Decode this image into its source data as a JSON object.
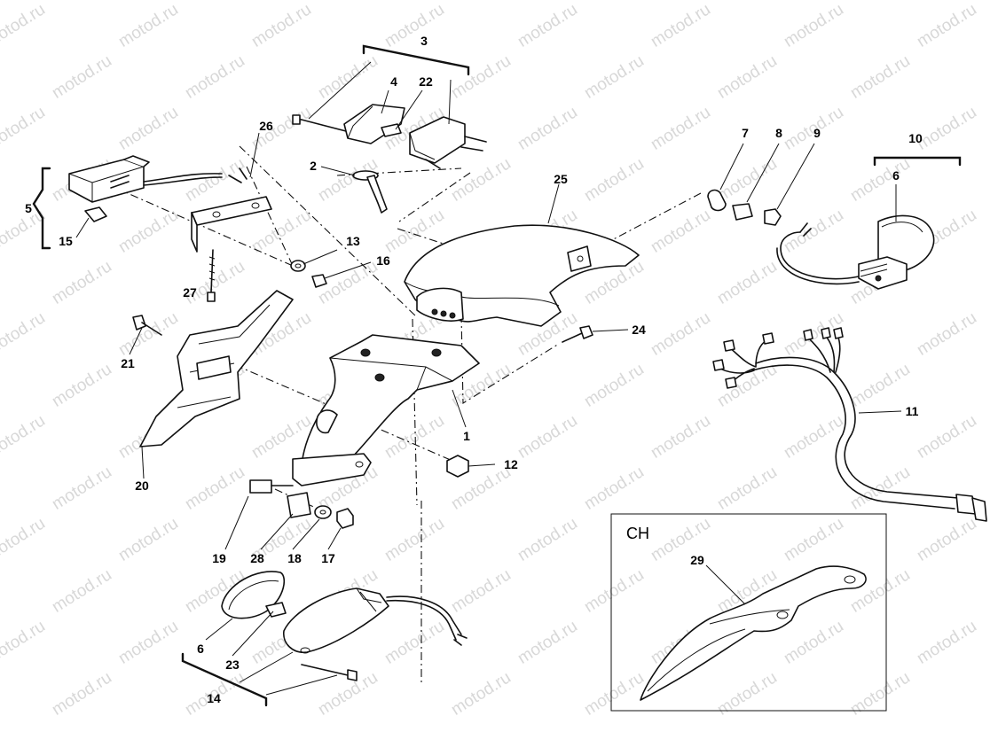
{
  "watermark": {
    "text": "motod.ru"
  },
  "callouts": [
    {
      "id": "c1",
      "text": "1"
    },
    {
      "id": "c2",
      "text": "2"
    },
    {
      "id": "c3",
      "text": "3"
    },
    {
      "id": "c4",
      "text": "4"
    },
    {
      "id": "c5",
      "text": "5"
    },
    {
      "id": "c6a",
      "text": "6"
    },
    {
      "id": "c6b",
      "text": "6"
    },
    {
      "id": "c7",
      "text": "7"
    },
    {
      "id": "c8",
      "text": "8"
    },
    {
      "id": "c9",
      "text": "9"
    },
    {
      "id": "c10",
      "text": "10"
    },
    {
      "id": "c11",
      "text": "11"
    },
    {
      "id": "c12",
      "text": "12"
    },
    {
      "id": "c13",
      "text": "13"
    },
    {
      "id": "c14",
      "text": "14"
    },
    {
      "id": "c15",
      "text": "15"
    },
    {
      "id": "c16",
      "text": "16"
    },
    {
      "id": "c17",
      "text": "17"
    },
    {
      "id": "c18",
      "text": "18"
    },
    {
      "id": "c19",
      "text": "19"
    },
    {
      "id": "c20",
      "text": "20"
    },
    {
      "id": "c21",
      "text": "21"
    },
    {
      "id": "c22",
      "text": "22"
    },
    {
      "id": "c23",
      "text": "23"
    },
    {
      "id": "c24",
      "text": "24"
    },
    {
      "id": "c25",
      "text": "25"
    },
    {
      "id": "c26",
      "text": "26"
    },
    {
      "id": "c27",
      "text": "27"
    },
    {
      "id": "c28",
      "text": "28"
    },
    {
      "id": "c29",
      "text": "29"
    }
  ],
  "inset": {
    "title": "CH"
  }
}
